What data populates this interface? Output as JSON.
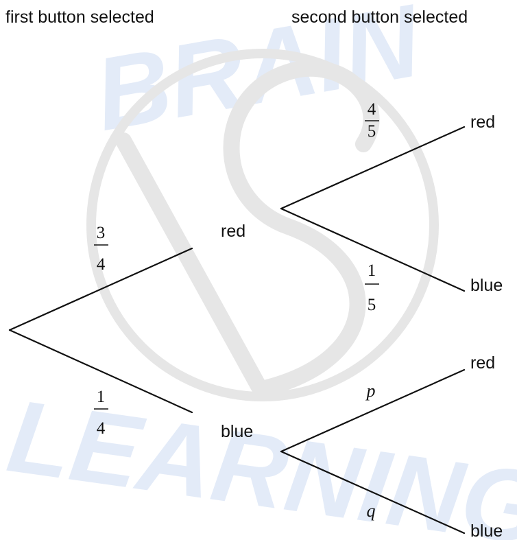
{
  "watermark": {
    "top_text": "BRAIN",
    "bottom_text": "LEARNING"
  },
  "headers": {
    "first": "first button selected",
    "second": "second button selected"
  },
  "stage1": {
    "upper": {
      "outcome": "red",
      "numerator": "3",
      "denominator": "4"
    },
    "lower": {
      "outcome": "blue",
      "numerator": "1",
      "denominator": "4"
    }
  },
  "stage2_after_red": {
    "upper": {
      "outcome": "red",
      "numerator": "4",
      "denominator": "5"
    },
    "lower": {
      "outcome": "blue",
      "numerator": "1",
      "denominator": "5"
    }
  },
  "stage2_after_blue": {
    "upper": {
      "outcome": "red",
      "probability": "p"
    },
    "lower": {
      "outcome": "blue",
      "probability": "q"
    }
  },
  "colors": {
    "line": "#111111",
    "watermark_letters": "#e3ebf8",
    "watermark_logo": "#e6e6e6"
  }
}
